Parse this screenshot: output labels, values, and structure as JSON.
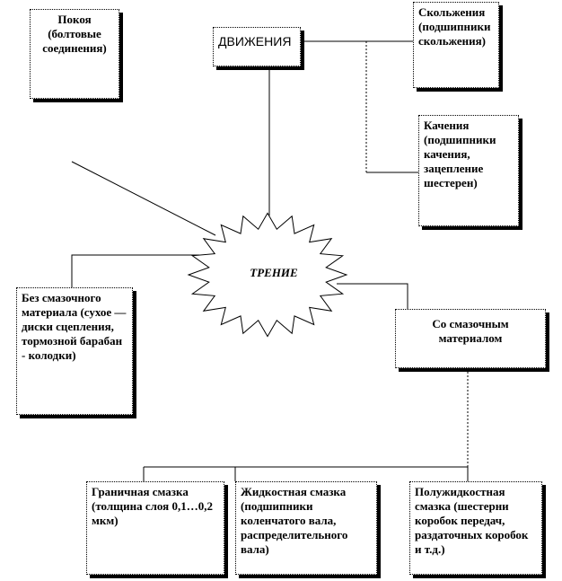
{
  "nodes": {
    "rest": "Покоя (болтовые соединения)",
    "motion": "ДВИЖЕНИЯ",
    "sliding": "Скольжения (подшипники скольжения)",
    "rolling": "Качения (подшипники качения, зацепление шестерен)",
    "friction": "ТРЕНИЕ",
    "no_lube": "Без смазочного материала (сухое — диски сцепления, тормозной барабан - колодки)",
    "with_lube": "Со смазочным материалом",
    "boundary": "Граничная смазка (толщина слоя 0,1…0,2 мкм)",
    "liquid": "Жидкостная смазка (подшипники коленчатого вала, распределительного вала)",
    "semi_liquid": "Полужидкостная смазка (шестерни коробок передач, раздаточных коробок и т.д.)"
  }
}
